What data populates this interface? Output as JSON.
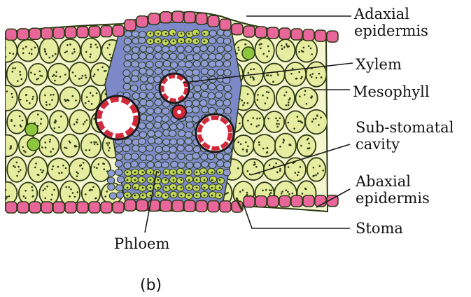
{
  "labels": {
    "adaxial_epidermis": [
      "Adaxial",
      "epidermis"
    ],
    "xylem": "Xylem",
    "mesophyll": "Mesophyll",
    "sub_stomatal_cavity": [
      "Sub-stomatal",
      "cavity"
    ],
    "abaxial_epidermis": [
      "Abaxial",
      "epidermis"
    ],
    "stoma": "Stoma",
    "phloem": "Phloem"
  },
  "caption": "(b)",
  "colors": {
    "epidermis": "#e8669a",
    "mesophyll": "#e6eca0",
    "bundle_cells": "#8f9bd6",
    "bundle_sheath": "#c3d75a",
    "xylem_ring": "#d2283a",
    "outline": "#2c3a14"
  }
}
